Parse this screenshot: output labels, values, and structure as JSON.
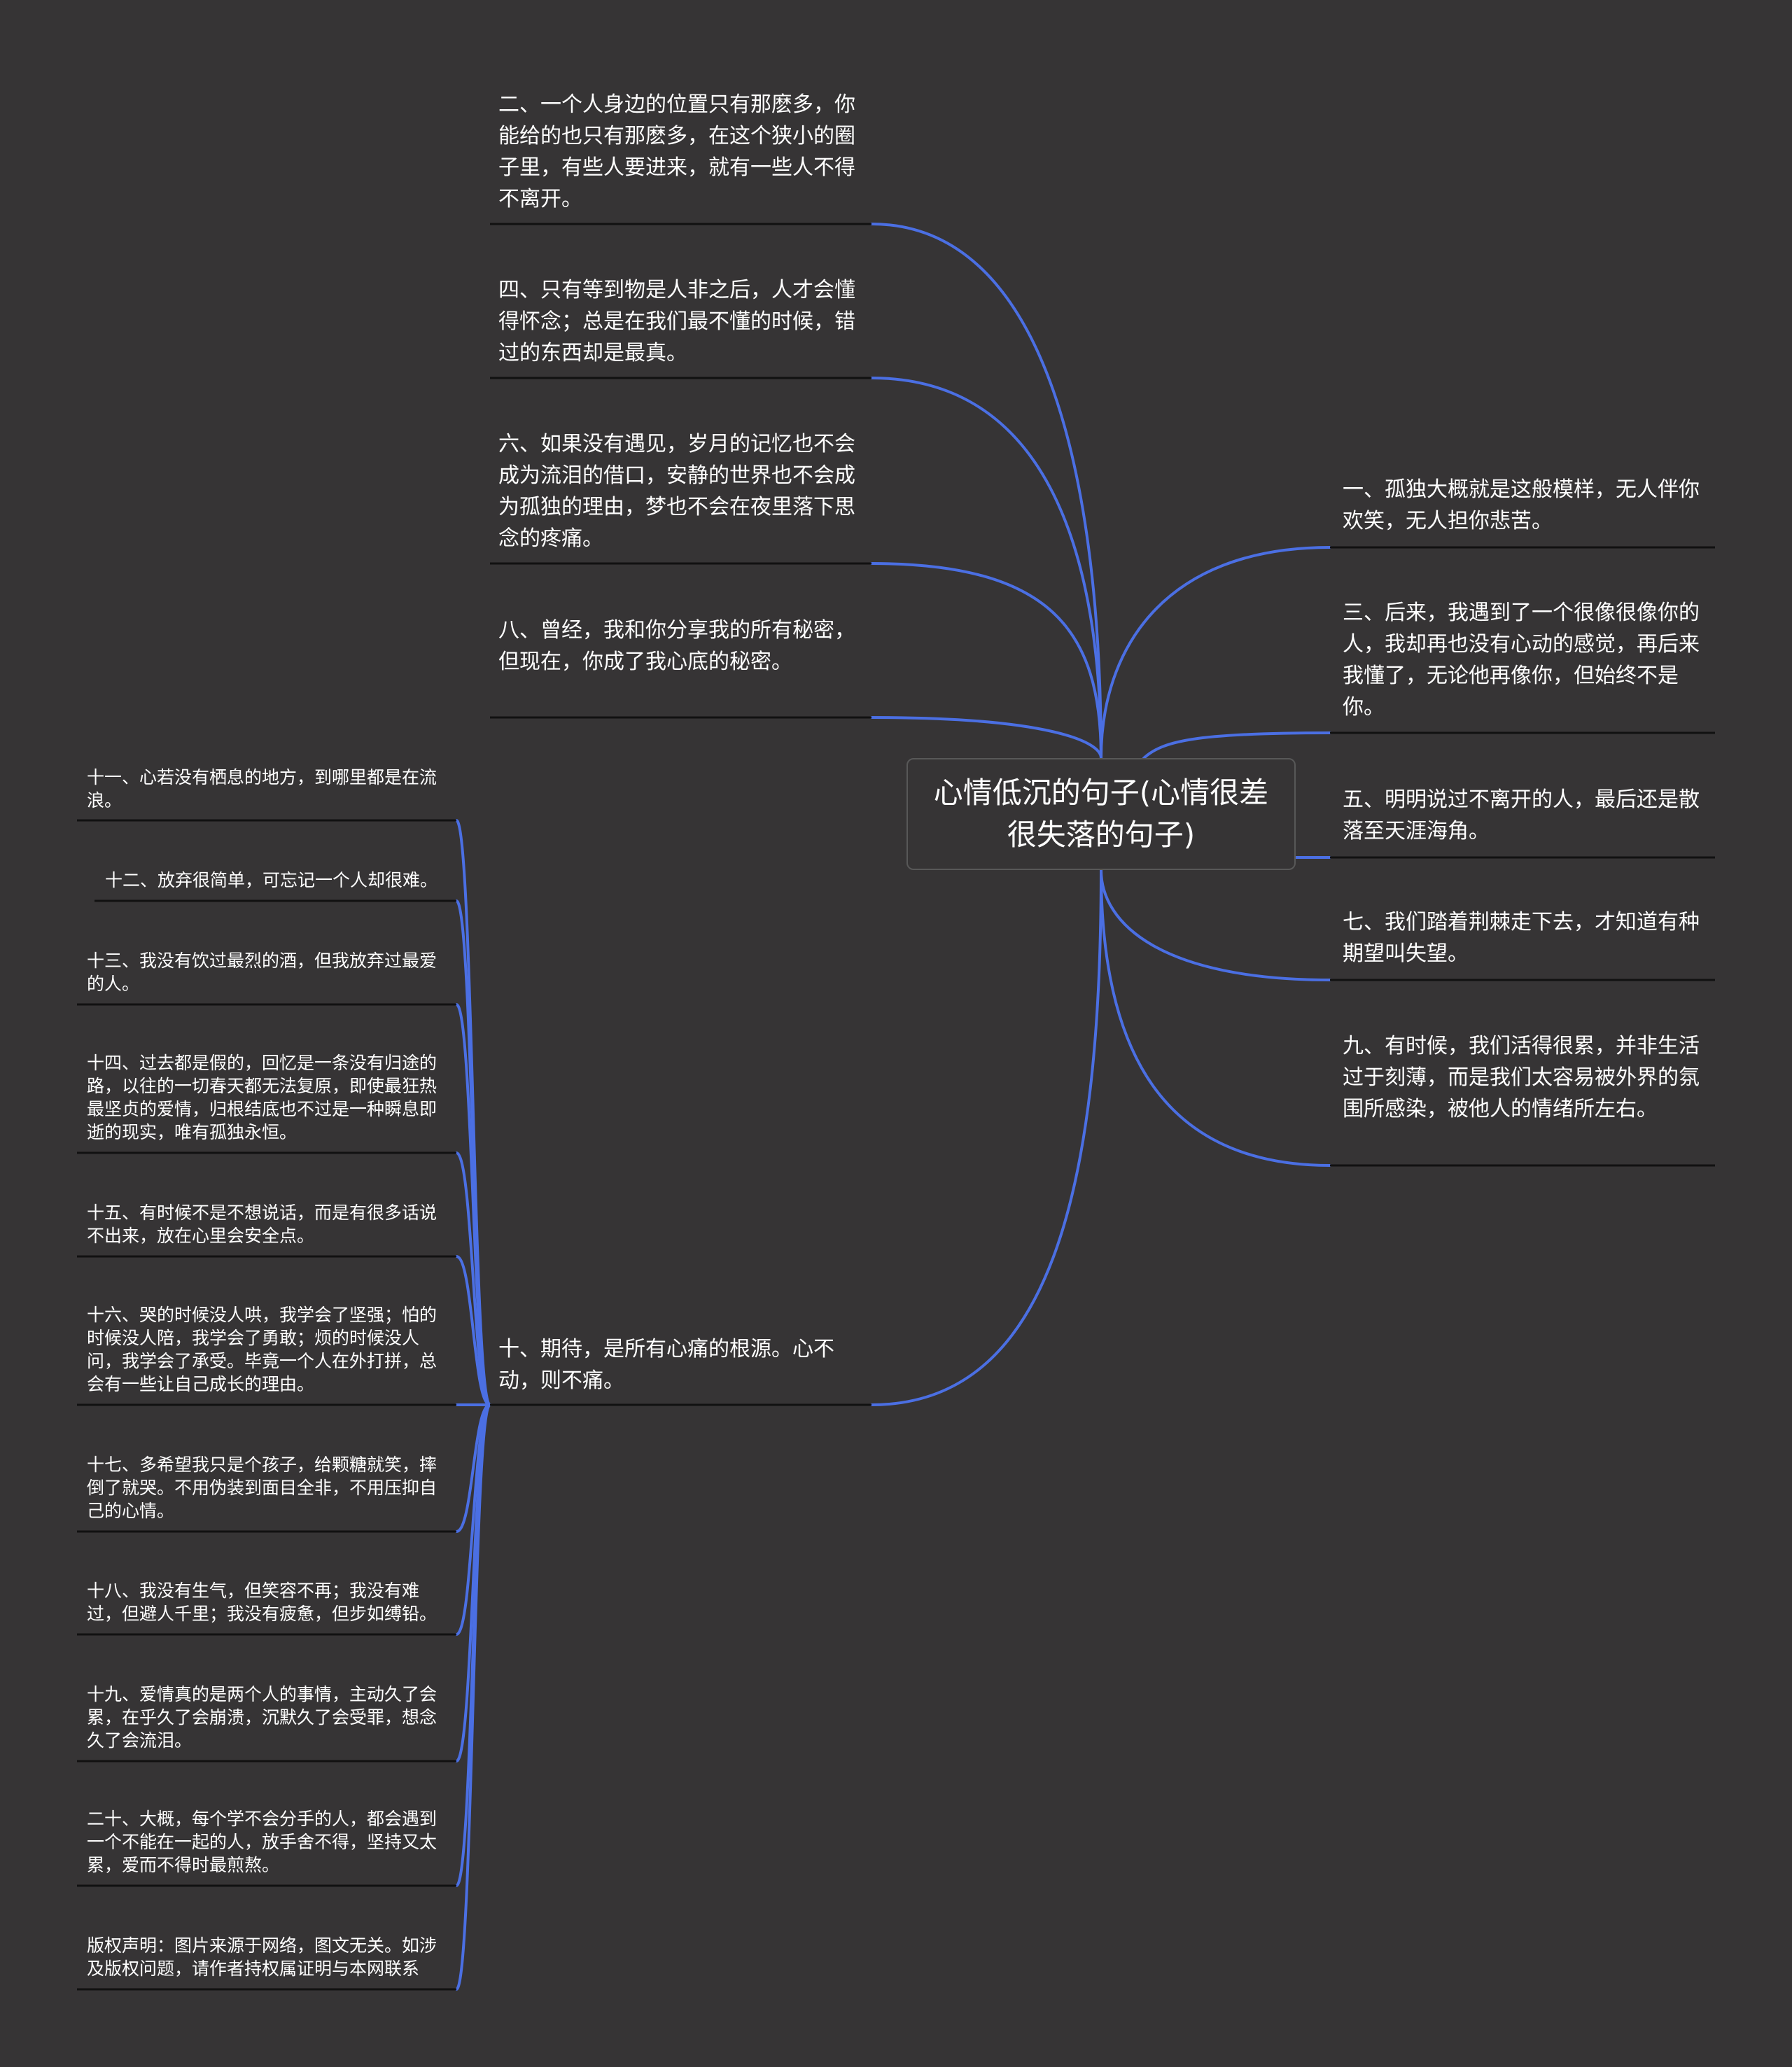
{
  "root": {
    "label": "心情低沉的句子(心情很差很失落的句子)"
  },
  "left_nodes": [
    {
      "id": "l1",
      "text": "二、一个人身边的位置只有那麽多，你能给的也只有那麽多，在这个狭小的圈子里，有些人要进来，就有一些人不得不离开。"
    },
    {
      "id": "l2",
      "text": "四、只有等到物是人非之后，人才会懂得怀念；总是在我们最不懂的时候，错过的东西却是最真。"
    },
    {
      "id": "l3",
      "text": "六、如果没有遇见，岁月的记忆也不会成为流泪的借口，安静的世界也不会成为孤独的理由，梦也不会在夜里落下思念的疼痛。"
    },
    {
      "id": "l4",
      "text": "八、曾经，我和你分享我的所有秘密，但现在，你成了我心底的秘密。"
    },
    {
      "id": "l5",
      "text": "十、期待，是所有心痛的根源。心不动，则不痛。"
    }
  ],
  "right_nodes": [
    {
      "id": "r1",
      "text": "一、孤独大概就是这般模样，无人伴你欢笑，无人担你悲苦。"
    },
    {
      "id": "r2",
      "text": "三、后来，我遇到了一个很像很像你的人，我却再也没有心动的感觉，再后来我懂了，无论他再像你，但始终不是你。"
    },
    {
      "id": "r3",
      "text": "五、明明说过不离开的人，最后还是散落至天涯海角。"
    },
    {
      "id": "r4",
      "text": "七、我们踏着荆棘走下去，才知道有种期望叫失望。"
    },
    {
      "id": "r5",
      "text": "九、有时候，我们活得很累，并非生活过于刻薄，而是我们太容易被外界的氛围所感染，被他人的情绪所左右。"
    }
  ],
  "sub_nodes": [
    {
      "id": "s1",
      "text": "十一、心若没有栖息的地方，到哪里都是在流浪。"
    },
    {
      "id": "s2",
      "text": "十二、放弃很简单，可忘记一个人却很难。"
    },
    {
      "id": "s3",
      "text": "十三、我没有饮过最烈的酒，但我放弃过最爱的人。"
    },
    {
      "id": "s4",
      "text": "十四、过去都是假的，回忆是一条没有归途的路，以往的一切春天都无法复原，即使最狂热最坚贞的爱情，归根结底也不过是一种瞬息即逝的现实，唯有孤独永恒。"
    },
    {
      "id": "s5",
      "text": "十五、有时候不是不想说话，而是有很多话说不出来，放在心里会安全点。"
    },
    {
      "id": "s6",
      "text": "十六、哭的时候没人哄，我学会了坚强；怕的时候没人陪，我学会了勇敢；烦的时候没人问，我学会了承受。毕竟一个人在外打拼，总会有一些让自己成长的理由。"
    },
    {
      "id": "s7",
      "text": "十七、多希望我只是个孩子，给颗糖就笑，摔倒了就哭。不用伪装到面目全非，不用压抑自己的心情。"
    },
    {
      "id": "s8",
      "text": "十八、我没有生气，但笑容不再；我没有难过，但避人千里；我没有疲惫，但步如缚铅。"
    },
    {
      "id": "s9",
      "text": "十九、爱情真的是两个人的事情，主动久了会累，在乎久了会崩溃，沉默久了会受罪，想念久了会流泪。"
    },
    {
      "id": "s10",
      "text": "二十、大概，每个学不会分手的人，都会遇到一个不能在一起的人，放手舍不得，坚持又太累，爱而不得时最煎熬。"
    },
    {
      "id": "s11",
      "text": "版权声明：图片来源于网络，图文无关。如涉及版权问题，请作者持权属证明与本网联系"
    }
  ],
  "colors": {
    "background": "#363435",
    "connector": "#4b6fe3",
    "underline": "#111111",
    "text": "#ffffff"
  }
}
